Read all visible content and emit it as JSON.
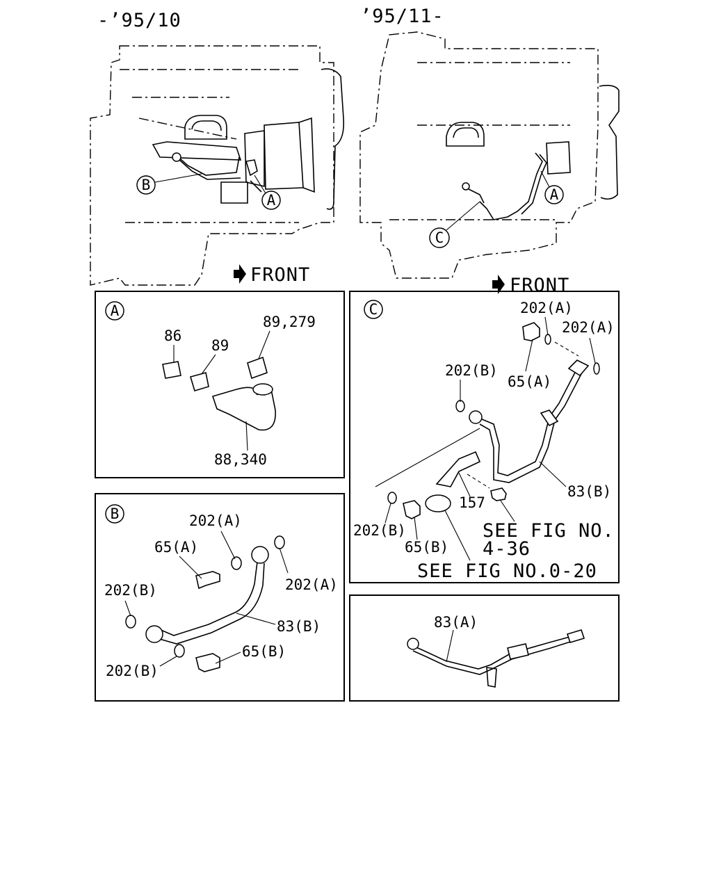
{
  "overview": {
    "left_date": "-’95/10",
    "right_date": "’95/11-",
    "front_label_left": "FRONT",
    "front_label_right": "FRONT",
    "callouts": {
      "a": "A",
      "b": "B",
      "c": "C"
    }
  },
  "panel_a": {
    "badge": "A",
    "labels": [
      "86",
      "89",
      "89,279",
      "88,340"
    ]
  },
  "panel_b": {
    "badge": "B",
    "labels": [
      "202(A)",
      "65(A)",
      "202(A)",
      "202(B)",
      "83(B)",
      "202(B)",
      "65(B)"
    ]
  },
  "panel_c": {
    "badge": "C",
    "labels": [
      "202(A)",
      "202(A)",
      "65(A)",
      "202(B)",
      "83(B)",
      "157",
      "202(B)",
      "65(B)"
    ],
    "see_fig_1": "SEE FIG NO.",
    "see_fig_1b": "4-36",
    "see_fig_2": "SEE FIG NO.0-20"
  },
  "panel_d": {
    "labels": [
      "83(A)"
    ]
  }
}
